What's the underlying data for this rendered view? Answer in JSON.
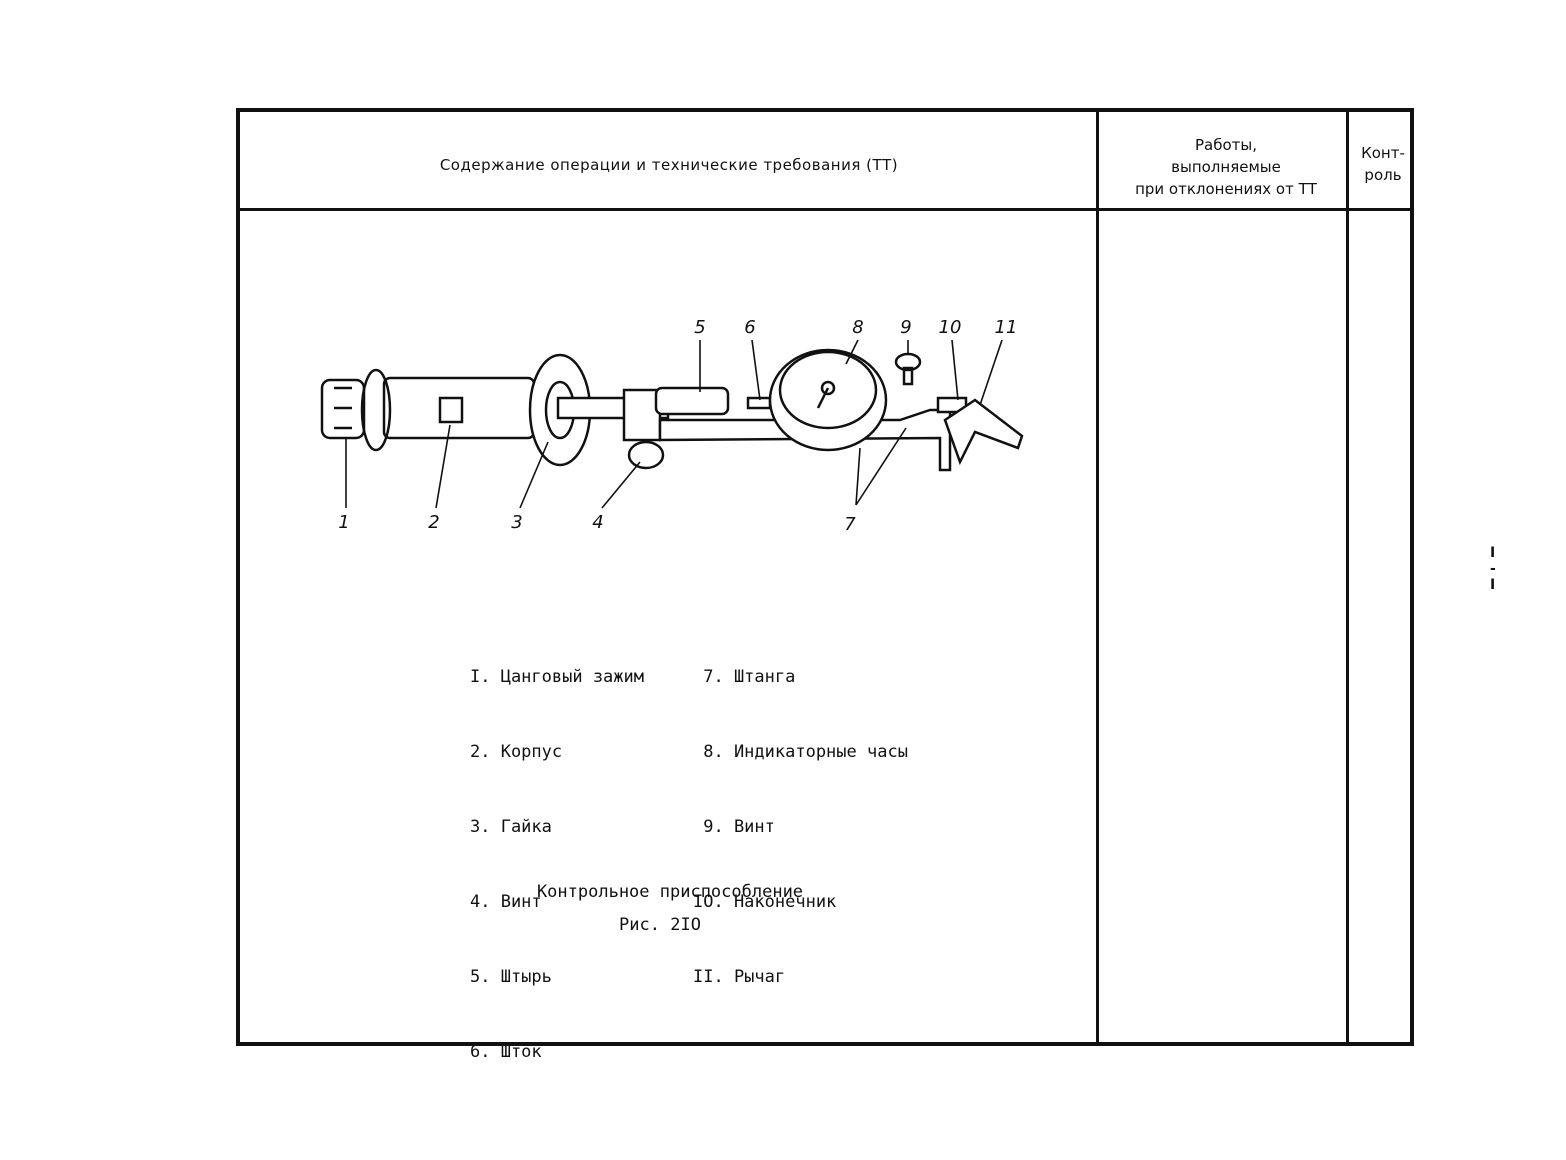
{
  "header": {
    "content_title": "Содержание операции и технические требования (ТТ)",
    "works_line1": "Работы,",
    "works_line2": "выполняемые",
    "works_line3": "при отклонениях от ТТ",
    "control_line1": "Конт-",
    "control_line2": "роль"
  },
  "callouts": [
    "1",
    "2",
    "3",
    "4",
    "5",
    "6",
    "7",
    "8",
    "9",
    "10",
    "11"
  ],
  "legend": {
    "left": [
      "I. Цанговый зажим",
      "2. Корпус",
      "3. Гайка",
      "4. Винт",
      "5. Штырь",
      "6. Шток"
    ],
    "right": [
      " 7. Штанга",
      " 8. Индикаторные часы",
      " 9. Винт",
      "IO. Наконечник",
      "II. Рычаг"
    ]
  },
  "caption": {
    "title": "Контрольное приспособление",
    "figure": "Рис. 2IO"
  },
  "margin_marks": "I\n-\nI"
}
